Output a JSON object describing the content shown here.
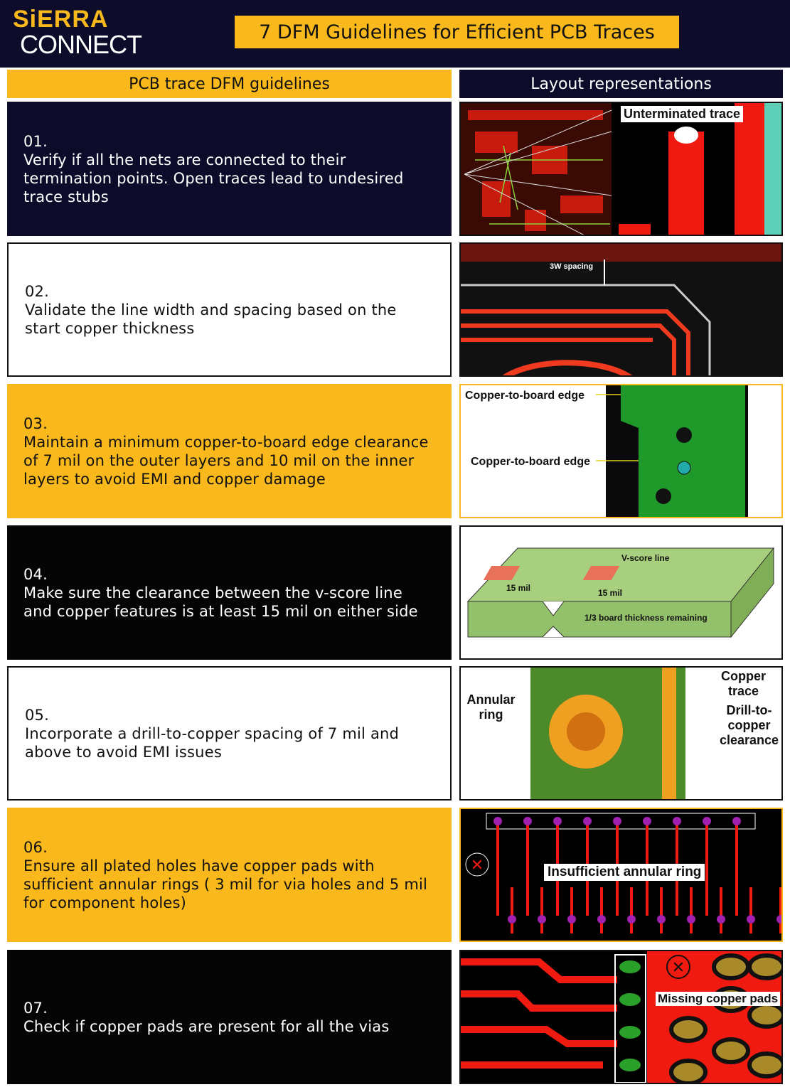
{
  "brand": {
    "line1": "SiERRA",
    "line2": "CONNECT"
  },
  "title": "7 DFM Guidelines for Efficient PCB Traces",
  "columns": {
    "left": "PCB trace DFM guidelines",
    "right": "Layout representations"
  },
  "rows": [
    {
      "num": "01.",
      "text": "Verify if all the nets are connected to their termination points. Open traces lead to undesired trace stubs",
      "labels": [
        "Unterminated trace"
      ]
    },
    {
      "num": "02.",
      "text": "Validate the line width and spacing based on the start copper thickness",
      "labels": [
        "3W spacing"
      ]
    },
    {
      "num": "03.",
      "text": "Maintain a minimum copper-to-board edge clearance of 7 mil on the outer layers and 10 mil on the inner layers to avoid EMI and copper damage",
      "labels": [
        "Copper-to-board edge",
        "Copper-to-board edge"
      ]
    },
    {
      "num": "04.",
      "text": "Make sure the clearance between the v-score line and copper features is at least 15 mil on either side",
      "labels": [
        "V-score line",
        "15 mil",
        "15 mil",
        "1/3 board thickness remaining"
      ]
    },
    {
      "num": "05.",
      "text": "Incorporate a drill-to-copper spacing of 7 mil and above to avoid EMI issues",
      "labels": [
        "Annular ring",
        "Copper trace",
        "Drill-to-copper clearance"
      ]
    },
    {
      "num": "06.",
      "text": "Ensure all plated holes have copper pads with sufficient annular rings ( 3 mil for via holes and 5 mil for component holes)",
      "labels": [
        "Insufficient annular ring"
      ]
    },
    {
      "num": "07.",
      "text": "Check if copper pads are present for all the vias",
      "labels": [
        "Missing copper pads"
      ]
    }
  ],
  "colors": {
    "navy": "#0d0c2b",
    "yellow": "#f9b81b",
    "pcb_red": "#f01a10",
    "pcb_green": "#1f9a2a"
  }
}
